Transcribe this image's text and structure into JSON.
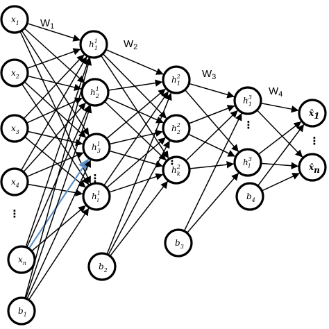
{
  "nodes": [
    {
      "id": "x1",
      "base": "x",
      "sub": "1",
      "sup": ""
    },
    {
      "id": "x2",
      "base": "x",
      "sub": "2",
      "sup": ""
    },
    {
      "id": "x3",
      "base": "x",
      "sub": "3",
      "sup": ""
    },
    {
      "id": "x4",
      "base": "x",
      "sub": "4",
      "sup": ""
    },
    {
      "id": "xn",
      "base": "x",
      "sub": "n",
      "sup": ""
    },
    {
      "id": "b1",
      "base": "b",
      "sub": "1",
      "sup": ""
    },
    {
      "id": "h11",
      "base": "h",
      "sub": "1",
      "sup": "1"
    },
    {
      "id": "h21",
      "base": "h",
      "sub": "2",
      "sup": "1"
    },
    {
      "id": "h31",
      "base": "h",
      "sub": "3",
      "sup": "1"
    },
    {
      "id": "hi1",
      "base": "h",
      "sub": "i",
      "sup": "1"
    },
    {
      "id": "b2",
      "base": "b",
      "sub": "2",
      "sup": ""
    },
    {
      "id": "h12",
      "base": "h",
      "sub": "1",
      "sup": "2"
    },
    {
      "id": "h22",
      "base": "h",
      "sub": "2",
      "sup": "2"
    },
    {
      "id": "hk2",
      "base": "h",
      "sub": "k",
      "sup": "2"
    },
    {
      "id": "b3",
      "base": "b",
      "sub": "3",
      "sup": ""
    },
    {
      "id": "h13",
      "base": "h",
      "sub": "1",
      "sup": "3"
    },
    {
      "id": "hl3",
      "base": "h",
      "sub": "l",
      "sup": "3"
    },
    {
      "id": "b4",
      "base": "b",
      "sub": "4",
      "sup": ""
    },
    {
      "id": "xhat1",
      "base": "x̂",
      "sub": "1",
      "sup": "",
      "bold": true
    },
    {
      "id": "xhatn",
      "base": "x̂",
      "sub": "n",
      "sup": "",
      "bold": true
    }
  ],
  "weights": [
    {
      "id": "W1",
      "base": "W",
      "sub": "1"
    },
    {
      "id": "W2",
      "base": "W",
      "sub": "2"
    },
    {
      "id": "W3",
      "base": "W",
      "sub": "3"
    },
    {
      "id": "W4",
      "base": "W",
      "sub": "4"
    }
  ],
  "ellipsis": "⋮",
  "edges": {
    "input_sources": [
      "x1",
      "x2",
      "x3",
      "x4",
      "xn",
      "b1"
    ],
    "layer1_targets": [
      "h11",
      "h21",
      "h31",
      "hi1"
    ],
    "layer1_sources": [
      "h11",
      "h21",
      "h31",
      "hi1",
      "b2"
    ],
    "layer2_targets": [
      "h12",
      "h22",
      "hk2"
    ],
    "layer2_sources": [
      "h12",
      "h22",
      "hk2",
      "b3"
    ],
    "layer3_targets": [
      "h13",
      "hl3"
    ],
    "layer3_sources": [
      "h13",
      "hl3",
      "b4"
    ],
    "output_targets": [
      "xhat1",
      "xhatn"
    ],
    "highlighted": [
      [
        "xn",
        "h31"
      ]
    ],
    "highlight_color": "#5b8fc7"
  }
}
